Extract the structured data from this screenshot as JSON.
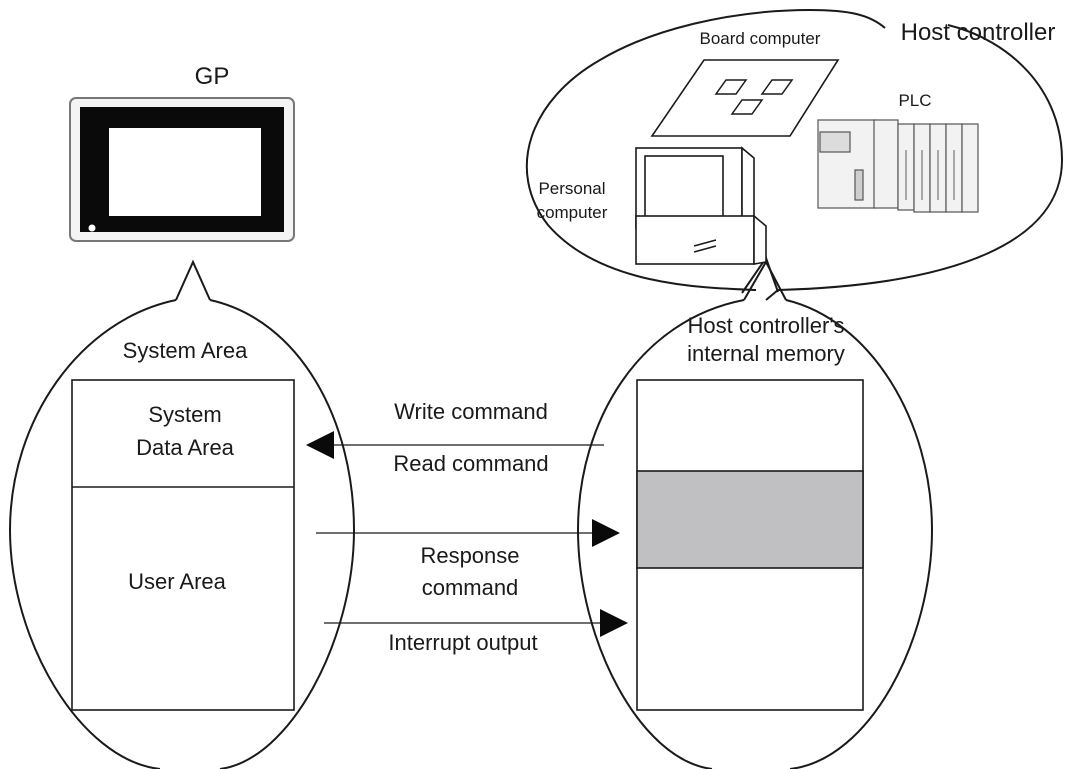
{
  "gp": {
    "title": "GP"
  },
  "host": {
    "title": "Host controller",
    "board_computer": "Board computer",
    "plc": "PLC",
    "personal_computer_line1": "Personal",
    "personal_computer_line2": "computer"
  },
  "system_area": {
    "title": "System Area",
    "system_data_line1": "System",
    "system_data_line2": "Data Area",
    "user_area": "User Area"
  },
  "memory": {
    "title_line1": "Host controller's",
    "title_line2": "internal memory",
    "highlight_color": "#c0c0c2"
  },
  "commands": {
    "write": "Write command",
    "read": "Read command",
    "response_line1": "Response",
    "response_line2": "command",
    "interrupt": "Interrupt output"
  }
}
